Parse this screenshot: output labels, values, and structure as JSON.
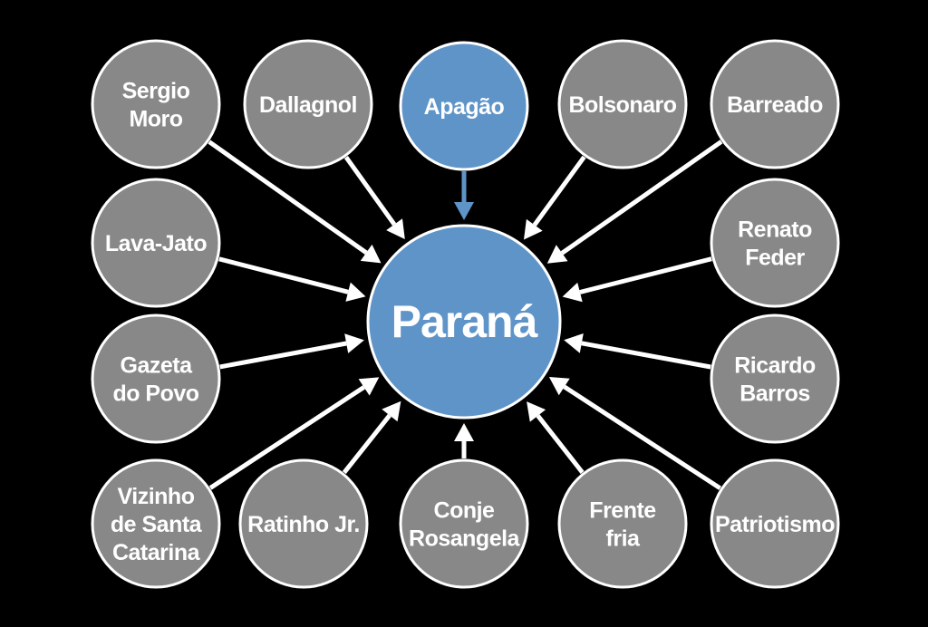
{
  "center": {
    "label": "Paraná"
  },
  "nodes": [
    {
      "id": "sergio-moro",
      "lines": [
        "Sergio",
        "Moro"
      ],
      "highlight": false
    },
    {
      "id": "dallagnol",
      "lines": [
        "Dallagnol"
      ],
      "highlight": false
    },
    {
      "id": "apagao",
      "lines": [
        "Apagão"
      ],
      "highlight": true
    },
    {
      "id": "bolsonaro",
      "lines": [
        "Bolsonaro"
      ],
      "highlight": false
    },
    {
      "id": "barreado",
      "lines": [
        "Barreado"
      ],
      "highlight": false
    },
    {
      "id": "lava-jato",
      "lines": [
        "Lava-Jato"
      ],
      "highlight": false
    },
    {
      "id": "renato-feder",
      "lines": [
        "Renato",
        "Feder"
      ],
      "highlight": false
    },
    {
      "id": "gazeta-do-povo",
      "lines": [
        "Gazeta",
        "do Povo"
      ],
      "highlight": false
    },
    {
      "id": "ricardo-barros",
      "lines": [
        "Ricardo",
        "Barros"
      ],
      "highlight": false
    },
    {
      "id": "vizinho-de-santa-catarina",
      "lines": [
        "Vizinho",
        "de Santa",
        "Catarina"
      ],
      "highlight": false
    },
    {
      "id": "ratinho-jr",
      "lines": [
        "Ratinho Jr."
      ],
      "highlight": false
    },
    {
      "id": "conje-rosangela",
      "lines": [
        "Conje",
        "Rosangela"
      ],
      "highlight": false
    },
    {
      "id": "frente-fria",
      "lines": [
        "Frente",
        "fria"
      ],
      "highlight": false
    },
    {
      "id": "patriotismo",
      "lines": [
        "Patriotismo"
      ],
      "highlight": false
    }
  ],
  "colors": {
    "background": "#000000",
    "node_gray": "#888888",
    "node_blue": "#5f94c8",
    "border": "#ffffff",
    "arrow": "#ffffff",
    "text": "#ffffff"
  }
}
